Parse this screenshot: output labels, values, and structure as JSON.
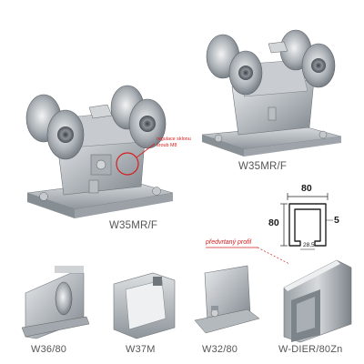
{
  "products": {
    "carriage_front": {
      "label": "W35MR/F"
    },
    "carriage_back": {
      "label": "W35MR/F"
    },
    "callout": {
      "line1": "regulace sklonu",
      "line2": "šroub M8"
    },
    "bottom": [
      {
        "label": "W36/80"
      },
      {
        "label": "W37M"
      },
      {
        "label": "W32/80"
      },
      {
        "label": "W-DIER/80Zn"
      }
    ]
  },
  "profile": {
    "width": "80",
    "height": "80",
    "thickness": "5",
    "slot": "28,5",
    "note": "předvrtaný profil"
  },
  "colors": {
    "accent_red": "#d42020",
    "steel": "#b8bcc0",
    "label_gray": "#555555"
  }
}
